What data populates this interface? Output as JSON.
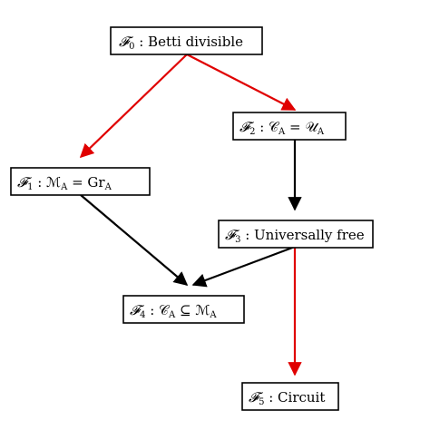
{
  "colors": {
    "red_edge": "#e00000",
    "black_edge": "#000000"
  },
  "nodes": [
    {
      "id": "F0",
      "sym": "𝓕",
      "sub": "0",
      "label": " : Betti divisible"
    },
    {
      "id": "F1",
      "sym": "𝓕",
      "sub": "1",
      "label": " : ℳ",
      "label_sub": "A",
      "label_tail": " = Gr",
      "label_tail_sub": "A"
    },
    {
      "id": "F2",
      "sym": "𝓕",
      "sub": "2",
      "label": " : 𝒞",
      "label_sub": "A",
      "label_tail": " = 𝒰",
      "label_tail_sub": "A"
    },
    {
      "id": "F3",
      "sym": "𝓕",
      "sub": "3",
      "label": " : Universally free"
    },
    {
      "id": "F4",
      "sym": "𝓕",
      "sub": "4",
      "label": " : 𝒞",
      "label_sub": "A",
      "label_tail": " ⊆ ℳ",
      "label_tail_sub": "A"
    },
    {
      "id": "F5",
      "sym": "𝓕",
      "sub": "5",
      "label": " : Circuit"
    }
  ],
  "edges": [
    {
      "from": "F0",
      "to": "F1",
      "color": "red"
    },
    {
      "from": "F0",
      "to": "F2",
      "color": "red"
    },
    {
      "from": "F2",
      "to": "F3",
      "color": "black"
    },
    {
      "from": "F1",
      "to": "F4",
      "color": "black"
    },
    {
      "from": "F3",
      "to": "F4",
      "color": "black"
    },
    {
      "from": "F3",
      "to": "F5",
      "color": "red"
    }
  ]
}
